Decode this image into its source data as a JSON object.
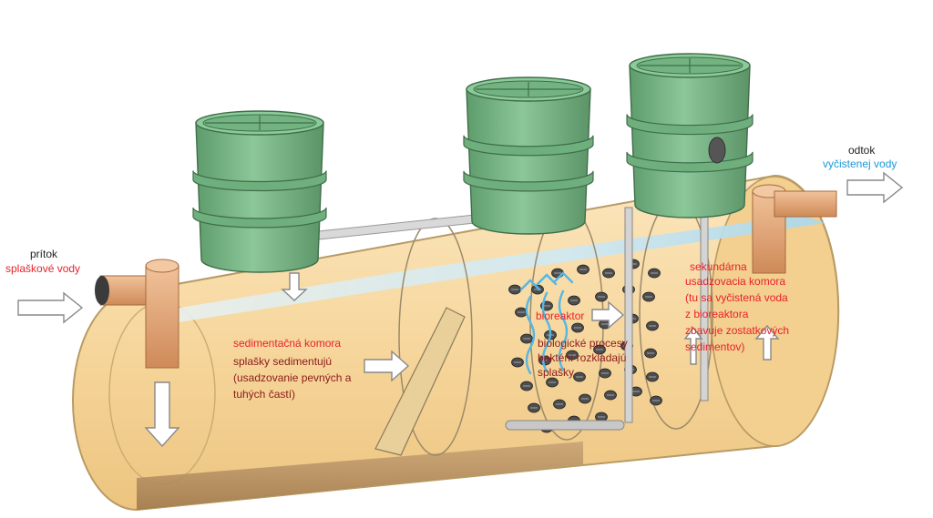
{
  "colors": {
    "tank_fill": "#f6d59a",
    "tank_stroke": "#b89a64",
    "riser_fill": "#7cb98a",
    "riser_stroke": "#3f6e4a",
    "pipe_fill": "#e0a173",
    "water_fill": "#bfe3f2",
    "sludge_fill": "#b08a5c",
    "label_red": "#e8222a",
    "label_blue": "#1a9ad6",
    "label_dark": "#222222",
    "label_maroon": "#8b1a1a"
  },
  "labels": {
    "inlet_title": "prítok",
    "inlet_sub": "splaškové vody",
    "outlet_title": "odtok",
    "outlet_sub": "vyčistenej vody",
    "sed_chamber": "sedimentačná komora",
    "sed_line1": "splašky sedimentujú",
    "sed_line2": "(usadzovanie pevných a",
    "sed_line3": "tuhých častí)",
    "bioreactor": "bioreaktor",
    "bio_line1": "biologické procesy",
    "bio_line2": "baktérií rozkladajú",
    "bio_line3": "splašky",
    "sec_line1": "sekundárna",
    "sec_line2": "usadzovacia komora",
    "sec_line3": "(tu sa vyčistená voda",
    "sec_line4": "z bioreaktora",
    "sec_line5": "zbavuje zostatkových",
    "sec_line6": "sedimentov)"
  },
  "icons": [
    "inlet-arrow-icon",
    "outlet-arrow-icon",
    "flow-arrow-icon",
    "bubbles-icon",
    "inspection-port-icon"
  ]
}
